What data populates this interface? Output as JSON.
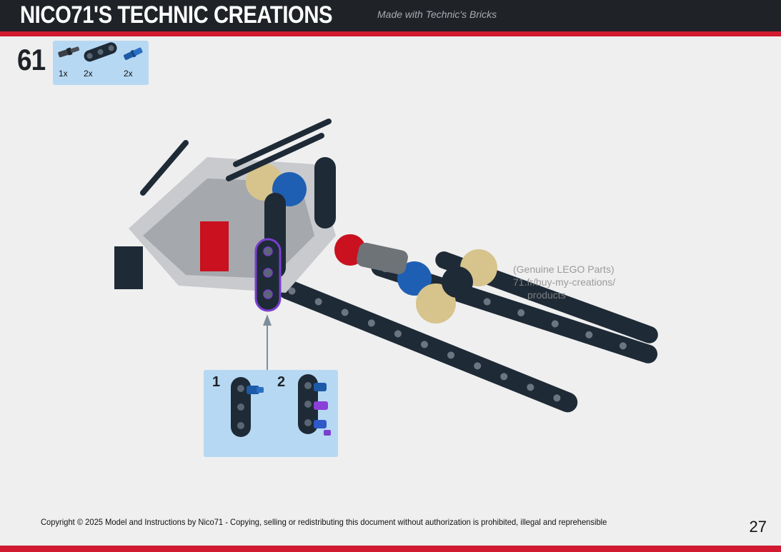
{
  "header": {
    "brand": "NICO71'S TECHNIC CREATIONS",
    "tagline": "Made with Technic's Bricks"
  },
  "step": {
    "number": "61",
    "parts": [
      {
        "name": "axle-pin-with-friction",
        "qty": "1x",
        "color": "#2b2f35"
      },
      {
        "name": "liftarm-thick-1x3",
        "qty": "2x",
        "color": "#1e2a36"
      },
      {
        "name": "pin-with-axle-blue",
        "qty": "2x",
        "color": "#1d5aa8"
      }
    ]
  },
  "watermark": {
    "line1": "(Genuine LEGO Parts)",
    "line2": "71.fr/buy-my-creations/",
    "line3": "products"
  },
  "callout": {
    "steps": [
      "1",
      "2"
    ]
  },
  "footer": {
    "copyright": "Copyright © 2025 Model and Instructions by Nico71 - Copying, selling or redistributing this document without authorization is prohibited, illegal and reprehensible",
    "page_number": "27"
  },
  "colors": {
    "header_bg": "#1f2328",
    "accent_red": "#d11a2f",
    "panel_blue": "#b7d8f2",
    "page_bg": "#efefef"
  }
}
